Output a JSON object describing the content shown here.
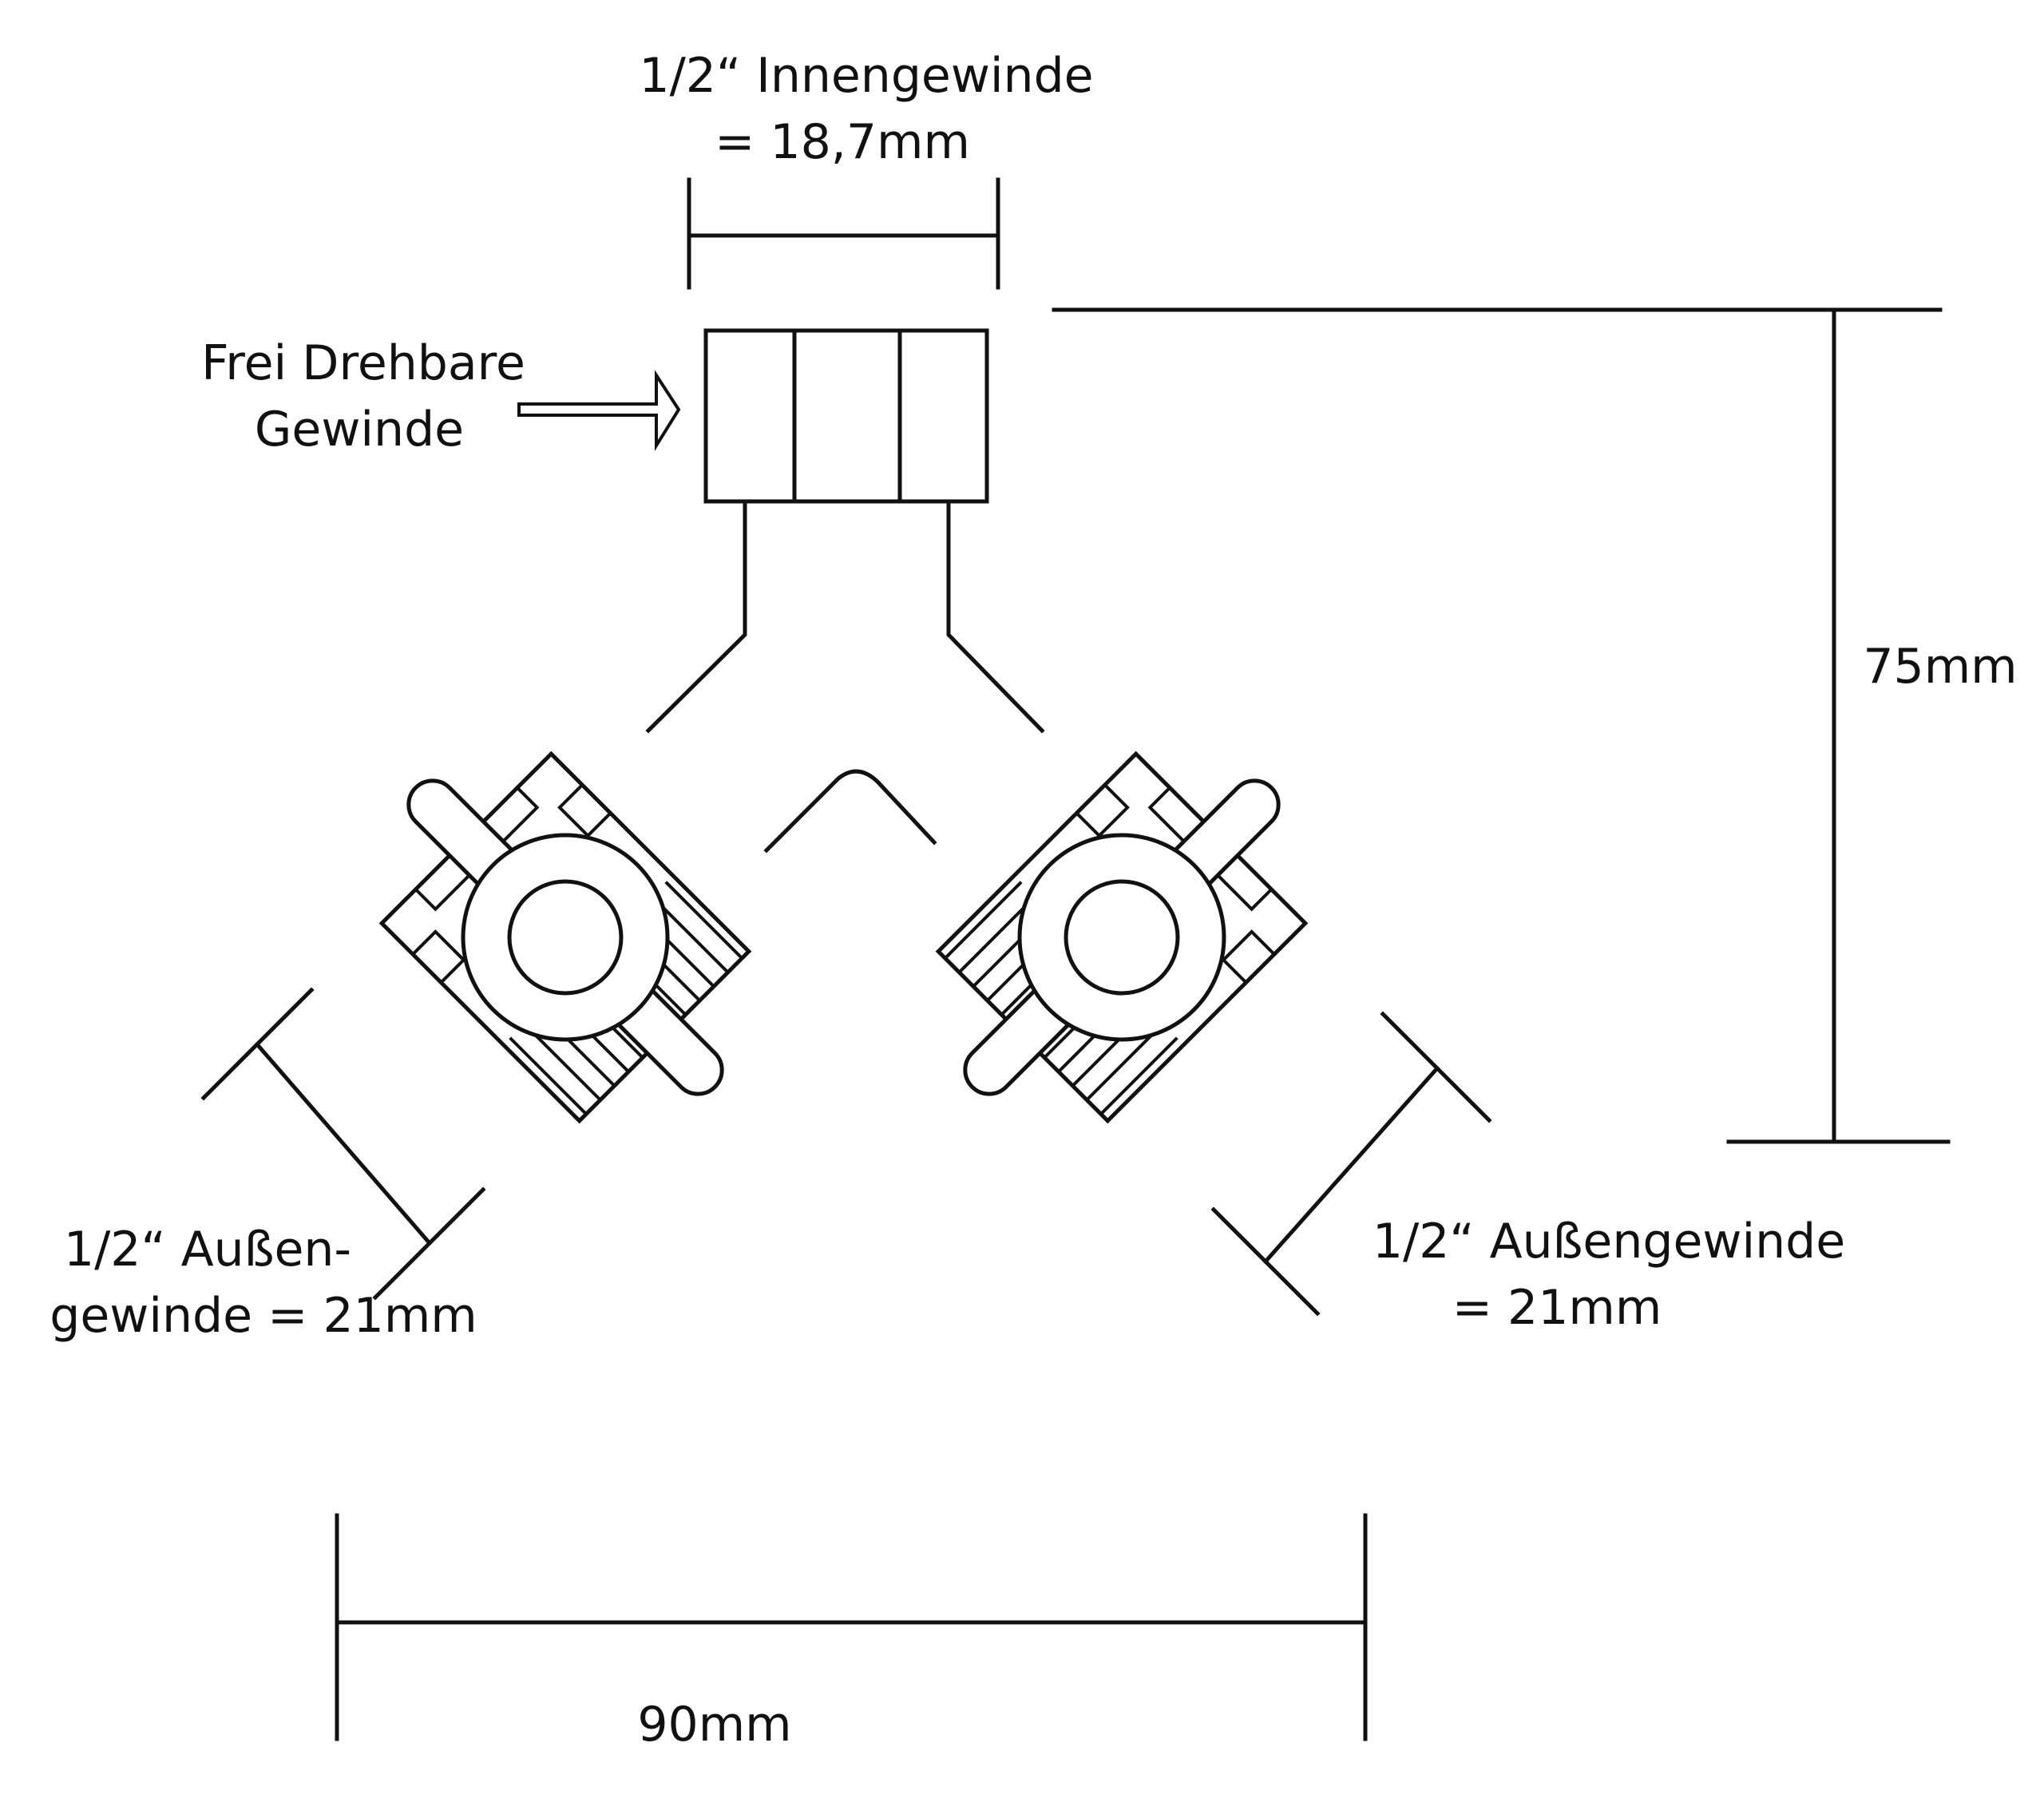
{
  "labels": {
    "top_thread_line1": "1/2“ Innengewinde",
    "top_thread_line2": "= 18,7mm",
    "swivel_line1": "Frei Drehbare",
    "swivel_line2": "Gewinde",
    "height": "75mm",
    "left_thread_line1": "1/2“ Außen-",
    "left_thread_line2": "gewinde = 21mm",
    "right_thread_line1": "1/2“ Außengewinde",
    "right_thread_line2": "= 21mm",
    "width": "90mm"
  },
  "colors": {
    "stroke": "#111111",
    "background": "#ffffff"
  }
}
